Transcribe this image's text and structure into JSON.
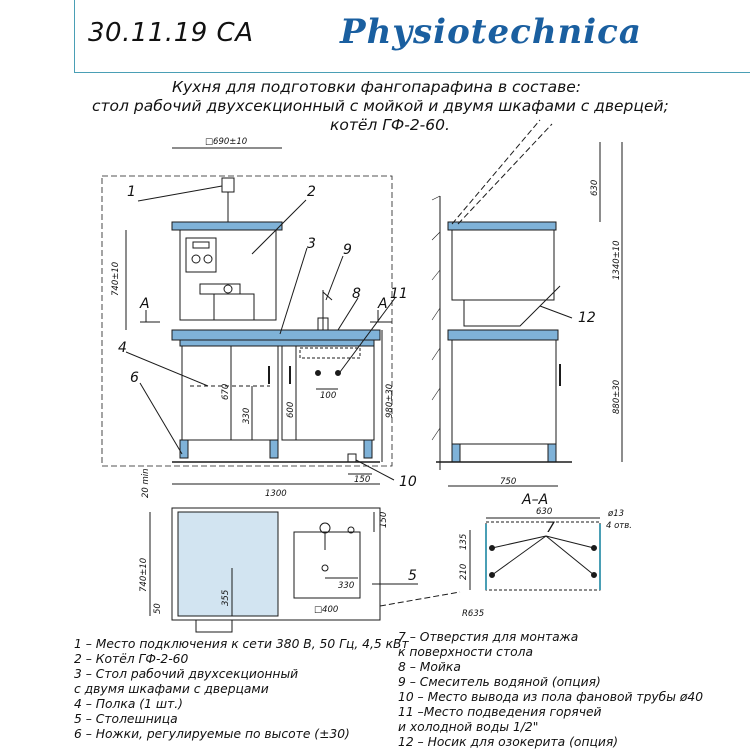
{
  "header": {
    "doc_number": "30.11.19 СА",
    "brand": "Physiotechnica"
  },
  "title": {
    "line1": "Кухня для подготовки фангопарафина в составе:",
    "line2": "стол рабочий двухсекционный с мойкой и двумя шкафами с дверцей;",
    "line3": "котёл ГФ-2-60."
  },
  "callouts": [
    "1",
    "2",
    "3",
    "4",
    "5",
    "6",
    "7",
    "8",
    "9",
    "10",
    "11",
    "12"
  ],
  "dimensions": {
    "front_top_width": "□690±10",
    "front_height_left": "740±10",
    "front_inner_670": "670",
    "front_inner_330": "330",
    "front_inner_600": "600",
    "front_holes": "100",
    "front_total_height": "980±30",
    "front_overall_width": "1300",
    "front_150": "150",
    "front_20min": "20 min",
    "side_630": "630",
    "side_1340": "1340±10",
    "side_880": "880±30",
    "side_750": "750",
    "plan_740": "740±10",
    "plan_150": "150",
    "plan_330": "330",
    "plan_355": "355",
    "plan_50": "50",
    "plan_400": "□400",
    "plan_r635": "R635",
    "section_label": "А–А",
    "section_630": "630",
    "section_d13": "ø13",
    "section_holes": "4 отв.",
    "section_135": "135",
    "section_210": "210",
    "section_marker": "А"
  },
  "legend": [
    "1 – Место подключения к сети 380 В, 50 Гц, 4,5 кВт",
    "2 – Котёл ГФ-2-60",
    "3 – Стол рабочий двухсекционный",
    "с двумя шкафами с дверцами",
    "4 – Полка (1 шт.)",
    "5 – Столешница",
    "6 – Ножки, регулируемые по высоте (±30)",
    "7 – Отверстия для монтажа",
    "к поверхности стола",
    "8 – Мойка",
    "9 – Смеситель водяной (опция)",
    "10 – Место вывода из пола фановой трубы ø40",
    "11 –Место подведения горячей",
    "и холодной воды 1/2\"",
    "12 – Носик для озокерита (опция)"
  ],
  "colors": {
    "frame": "#4a9fb5",
    "steel": "#7fb2d8",
    "line": "#1b1b1b",
    "brand": "#1a5fa0"
  }
}
